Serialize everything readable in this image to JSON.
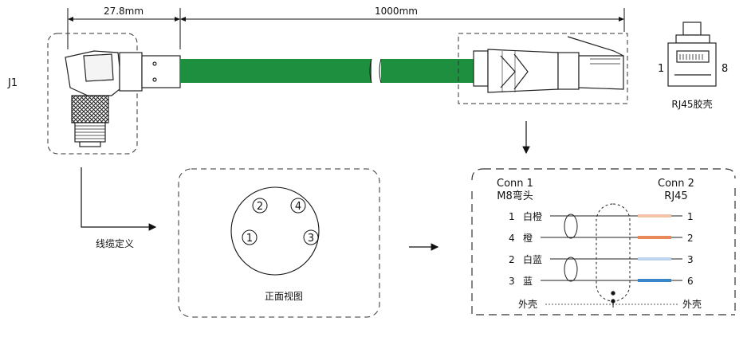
{
  "dimensions": {
    "left_length": "27.8mm",
    "cable_length": "1000mm"
  },
  "connector_label": "J1",
  "rj45": {
    "title": "RJ45胶壳",
    "pin_left": "1",
    "pin_right": "8"
  },
  "cable_definition_label": "线缆定义",
  "front_view": {
    "caption": "正面视图",
    "pins": [
      "2",
      "4",
      "1",
      "3"
    ]
  },
  "wiring": {
    "conn1_title": "Conn 1",
    "conn1_sub": "M8弯头",
    "conn2_title": "Conn 2",
    "conn2_sub": "RJ45",
    "rows": [
      {
        "pin1": "1",
        "color_name": "白橙",
        "pin2": "1"
      },
      {
        "pin1": "4",
        "color_name": "橙",
        "pin2": "2"
      },
      {
        "pin1": "2",
        "color_name": "白蓝",
        "pin2": "3"
      },
      {
        "pin1": "3",
        "color_name": "蓝",
        "pin2": "6"
      }
    ],
    "shield_left": "外壳",
    "shield_right": "外壳"
  },
  "colors": {
    "cable_green": "#1e8f3e",
    "wire_white_orange": "#f3c3a8",
    "wire_orange": "#e8895a",
    "wire_white_blue": "#bcd4ee",
    "wire_blue": "#3a86c8"
  }
}
